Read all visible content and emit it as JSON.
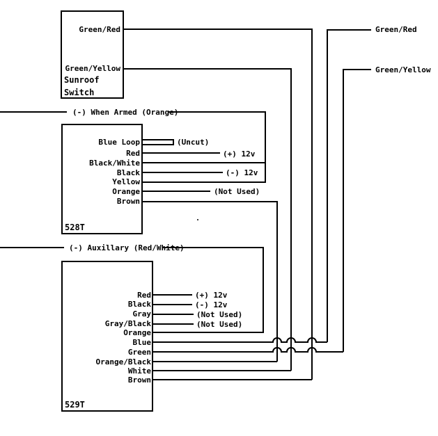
{
  "sunroof": {
    "pin_green_red": "Green/Red",
    "pin_green_yellow": "Green/Yellow",
    "name_line1": "Sunroof",
    "name_line2": "Switch"
  },
  "outputs": {
    "green_red": "Green/Red",
    "green_yellow": "Green/Yellow"
  },
  "armed_label": "(-) When Armed (Orange)",
  "aux_label": "(-) Auxillary (Red/White)",
  "m528t": {
    "name": "528T",
    "pins": {
      "blue_loop": "Blue Loop",
      "red": "Red",
      "black_white": "Black/White",
      "black": "Black",
      "yellow": "Yellow",
      "orange": "Orange",
      "brown": "Brown"
    },
    "notes": {
      "uncut": "(Uncut)",
      "plus12": "(+) 12v",
      "minus12": "(-) 12v",
      "not_used": "(Not Used)"
    }
  },
  "m529t": {
    "name": "529T",
    "pins": {
      "red": "Red",
      "black": "Black",
      "gray": "Gray",
      "gray_black": "Gray/Black",
      "orange": "Orange",
      "blue": "Blue",
      "green": "Green",
      "orange_black": "Orange/Black",
      "white": "White",
      "brown": "Brown"
    },
    "notes": {
      "plus12": "(+) 12v",
      "minus12": "(-) 12v",
      "not_used_gray": "(Not Used)",
      "not_used_gray_black": "(Not Used)"
    }
  }
}
